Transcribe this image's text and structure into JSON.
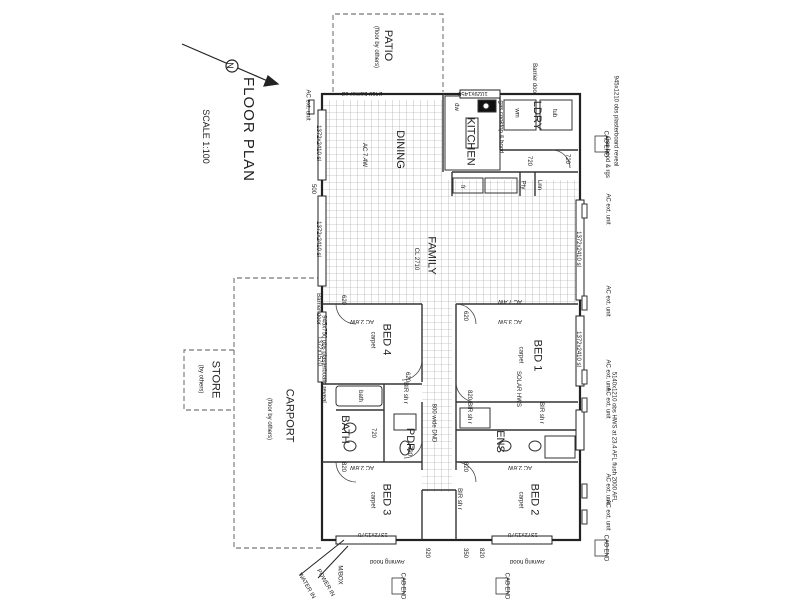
{
  "title": "FLOOR PLAN",
  "scale": "SCALE 1:100",
  "north_symbol": "N",
  "rooms": {
    "patio": "PATIO",
    "patio_note": "(floor by others)",
    "dining": "DINING",
    "kitchen": "KITCHEN",
    "ldry": "LDRY",
    "family": "FAMILY",
    "family_note": "CL 2710",
    "bed4": "BED 4",
    "bed4_note": "carpet",
    "bed1": "BED 1",
    "bed1_note": "carpet",
    "bed3": "BED 3",
    "bed3_note": "carpet",
    "bed2": "BED 2",
    "bed2_note": "carpet",
    "carport": "CARPORT",
    "carport_note": "(floor by others)",
    "store": "STORE",
    "store_note": "(by others)",
    "bath": "BATH",
    "bath_fixture": "bath",
    "pdr": "PDR",
    "ens": "ENS",
    "pty": "Pty",
    "linen": "Lnn",
    "solar": "SOLAR HWS"
  },
  "annotations": {
    "barrier_top": "2410 barrier sd",
    "barrier_top2": "1029x1450",
    "barrier_door_top": "Barrier door",
    "ac_dining": "AC 7.4W",
    "ac_family": "AC 7.4W",
    "ac_bed4": "AC 2.6W",
    "ac_bed1": "AC 3.5W",
    "ac_bed3": "AC 2.6W",
    "ac_bed2": "AC 2.6W",
    "ac_ext_1": "AC ext. unit",
    "ac_ext_2": "AC ext. unit",
    "ac_ext_3": "AC ext. unit",
    "ac_ext_4": "AC ext. unit",
    "ac_ext_5": "AC ext. unit",
    "ac_ext_6": "AC ext. unit",
    "ac_ext_7": "AC ext. unit",
    "win_dining_l": "1372x2410 sl",
    "win_family_l": "1372x2410 sl",
    "win_family_r": "1372x2410 sl",
    "win_bed1_r": "1372x2410 sl",
    "win_bed4_l": "1372x1570",
    "plaster_l": "945x750 obs plasterboard reveal",
    "plaster_r": "945x1210 obs plasterboard reveal",
    "gas_hood": "Gas hood & rgs",
    "hws_note": "5140x1210 obs HWS at 23.4 AFL flush 2000 AFL",
    "mb_500": "500",
    "d620_a": "620",
    "d620_b": "620",
    "d620_c": "620",
    "d720_a": "720",
    "d720_b": "720",
    "d720_c": "720",
    "d720_d": "720",
    "d820_a": "820",
    "d820_b": "820",
    "d820_c": "820",
    "hall_note": "800 wide DND",
    "wir_1": "BIR sh r",
    "wir_2": "BIR sh r",
    "wir_3": "BIR sh r",
    "wir_4": "BIR sh r",
    "win_bed3": "1372x1570",
    "win_bed2": "1372x1570",
    "d350": "350",
    "d820_bot": "820",
    "d920_bot": "920",
    "awning_1": "Awning hood",
    "awning_2": "Awning hood",
    "cab_1": "CAB END",
    "cab_2": "CAB END",
    "cab_3": "CAB END",
    "cab_4": "CAB END",
    "barrier_door_mid": "Barrier door",
    "meter_box": "M/BOX",
    "water": "WATER IN",
    "power": "POWER IN",
    "dw": "dw",
    "gas": "gas cooktop & hood",
    "fridge": "fr",
    "wm": "wm",
    "tub": "tub"
  }
}
